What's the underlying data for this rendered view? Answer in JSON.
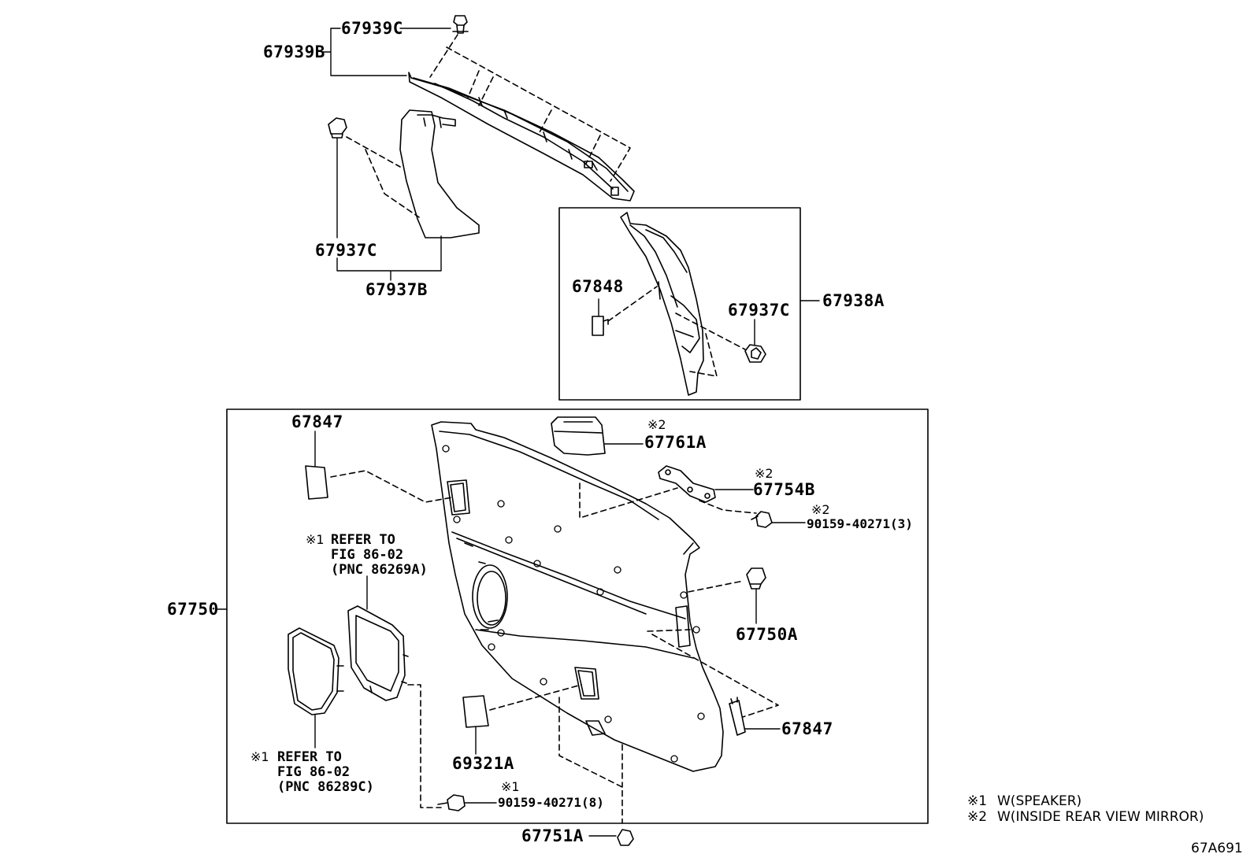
{
  "parts": {
    "p67939C": "67939C",
    "p67939B": "67939B",
    "p67937C_a": "67937C",
    "p67937B": "67937B",
    "p67848": "67848",
    "p67937C_b": "67937C",
    "p67938A": "67938A",
    "p67847_a": "67847",
    "p67761A": "67761A",
    "p67754B": "67754B",
    "bolt_a": "90159-40271(3)",
    "p67750": "67750",
    "p67750A": "67750A",
    "p67847_b": "67847",
    "p69321A": "69321A",
    "bolt_b": "90159-40271(8)",
    "p67751A": "67751A"
  },
  "marks": {
    "m1_refer_a": "※1",
    "m2_67761A": "※2",
    "m2_67754B": "※2",
    "m2_bolt_a": "※2",
    "m1_refer_b": "※1",
    "m1_bolt_b": "※1"
  },
  "references": {
    "ref_a": [
      "REFER TO",
      "FIG 86-02",
      "(PNC 86269A)"
    ],
    "ref_b": [
      "REFER TO",
      "FIG 86-02",
      "(PNC 86289C)"
    ]
  },
  "legend": [
    {
      "mark": "※1",
      "text": "W(SPEAKER)"
    },
    {
      "mark": "※2",
      "text": "W(INSIDE REAR VIEW MIRROR)"
    }
  ],
  "figure_code": "67A691"
}
